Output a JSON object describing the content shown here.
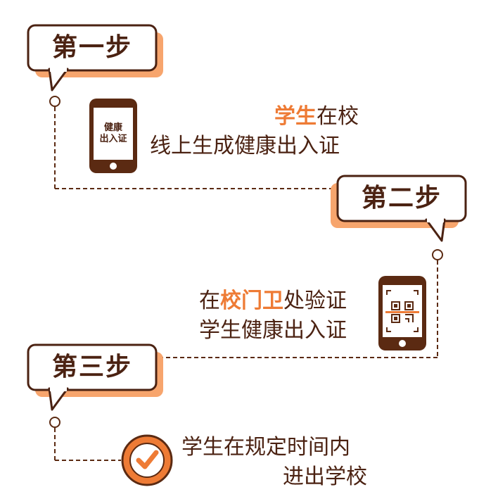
{
  "steps": [
    {
      "label": "第一步"
    },
    {
      "label": "第二步"
    },
    {
      "label": "第三步"
    }
  ],
  "step1": {
    "line1_highlight": "学生",
    "line1_rest": "在校",
    "line2": "线上生成健康出入证",
    "phone_screen_line1": "健康",
    "phone_screen_line2": "出入证"
  },
  "step2": {
    "line1_prefix": "在",
    "line1_highlight": "校门卫",
    "line1_rest": "处验证",
    "line2": "学生健康出入证",
    "phone_icon": "qr-scan-icon"
  },
  "step3": {
    "line1": "学生在规定时间内",
    "line2": "进出学校",
    "icon": "check-circle-icon"
  },
  "colors": {
    "brown": "#4b2212",
    "orange": "#ee7b35",
    "orange_light": "#f7a56d"
  }
}
